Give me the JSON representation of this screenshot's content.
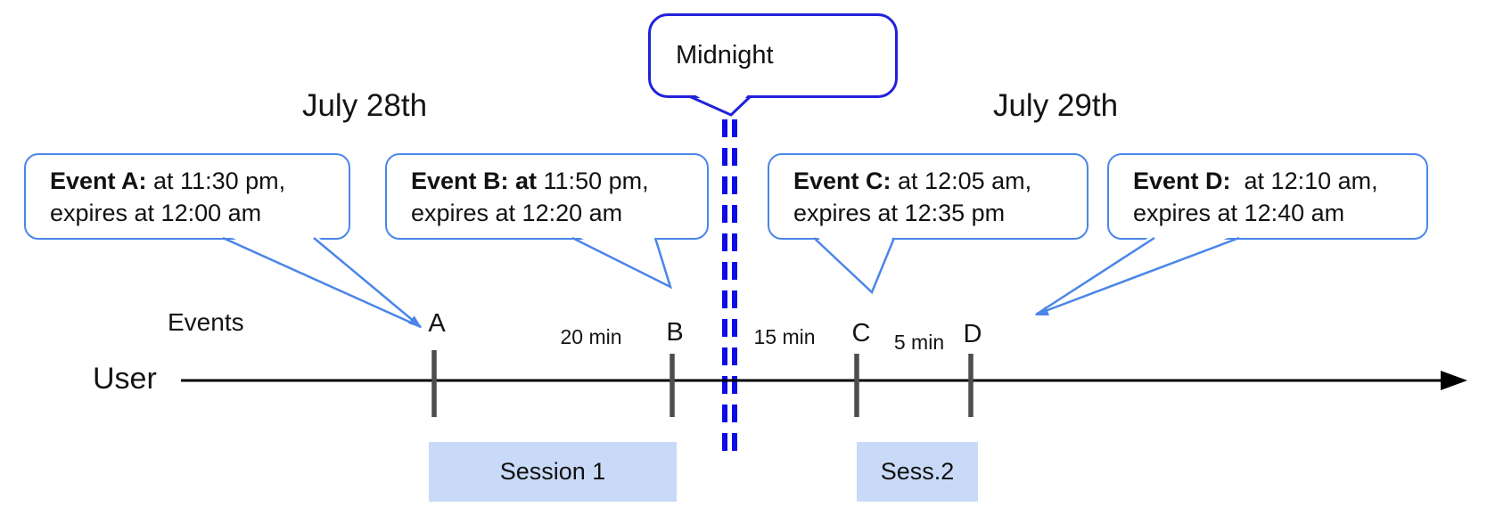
{
  "diagram": {
    "dates": {
      "left": "July 28th",
      "right": "July 29th"
    },
    "midnight": {
      "label": "Midnight"
    },
    "callouts": [
      {
        "event": "A",
        "bold": "Event A:",
        "rest": " at 11:30 pm,",
        "line2": "expires at 12:00 am"
      },
      {
        "event": "B",
        "bold": "Event B: at",
        "rest": " 11:50 pm,",
        "line2": "expires at 12:20 am"
      },
      {
        "event": "C",
        "bold": "Event C:",
        "rest": " at 12:05 am,",
        "line2": "expires at 12:35 pm"
      },
      {
        "event": "D",
        "bold": "Event D:",
        "rest": "  at 12:10 am,",
        "line2": "expires at 12:40 am"
      }
    ],
    "axis": {
      "events_label": "Events",
      "user_label": "User"
    },
    "ticks": [
      "A",
      "B",
      "C",
      "D"
    ],
    "intervals": [
      "20 min",
      "15 min",
      "5 min"
    ],
    "sessions": [
      "Session 1",
      "Sess.2"
    ],
    "colors": {
      "callout_border": "#4a86e8",
      "midnight_border": "#2121db",
      "midnight_dash": "#0c0ce4",
      "session_fill": "#c9daf8",
      "tick_color": "#4d4d4d",
      "axis_color": "#000000"
    }
  }
}
